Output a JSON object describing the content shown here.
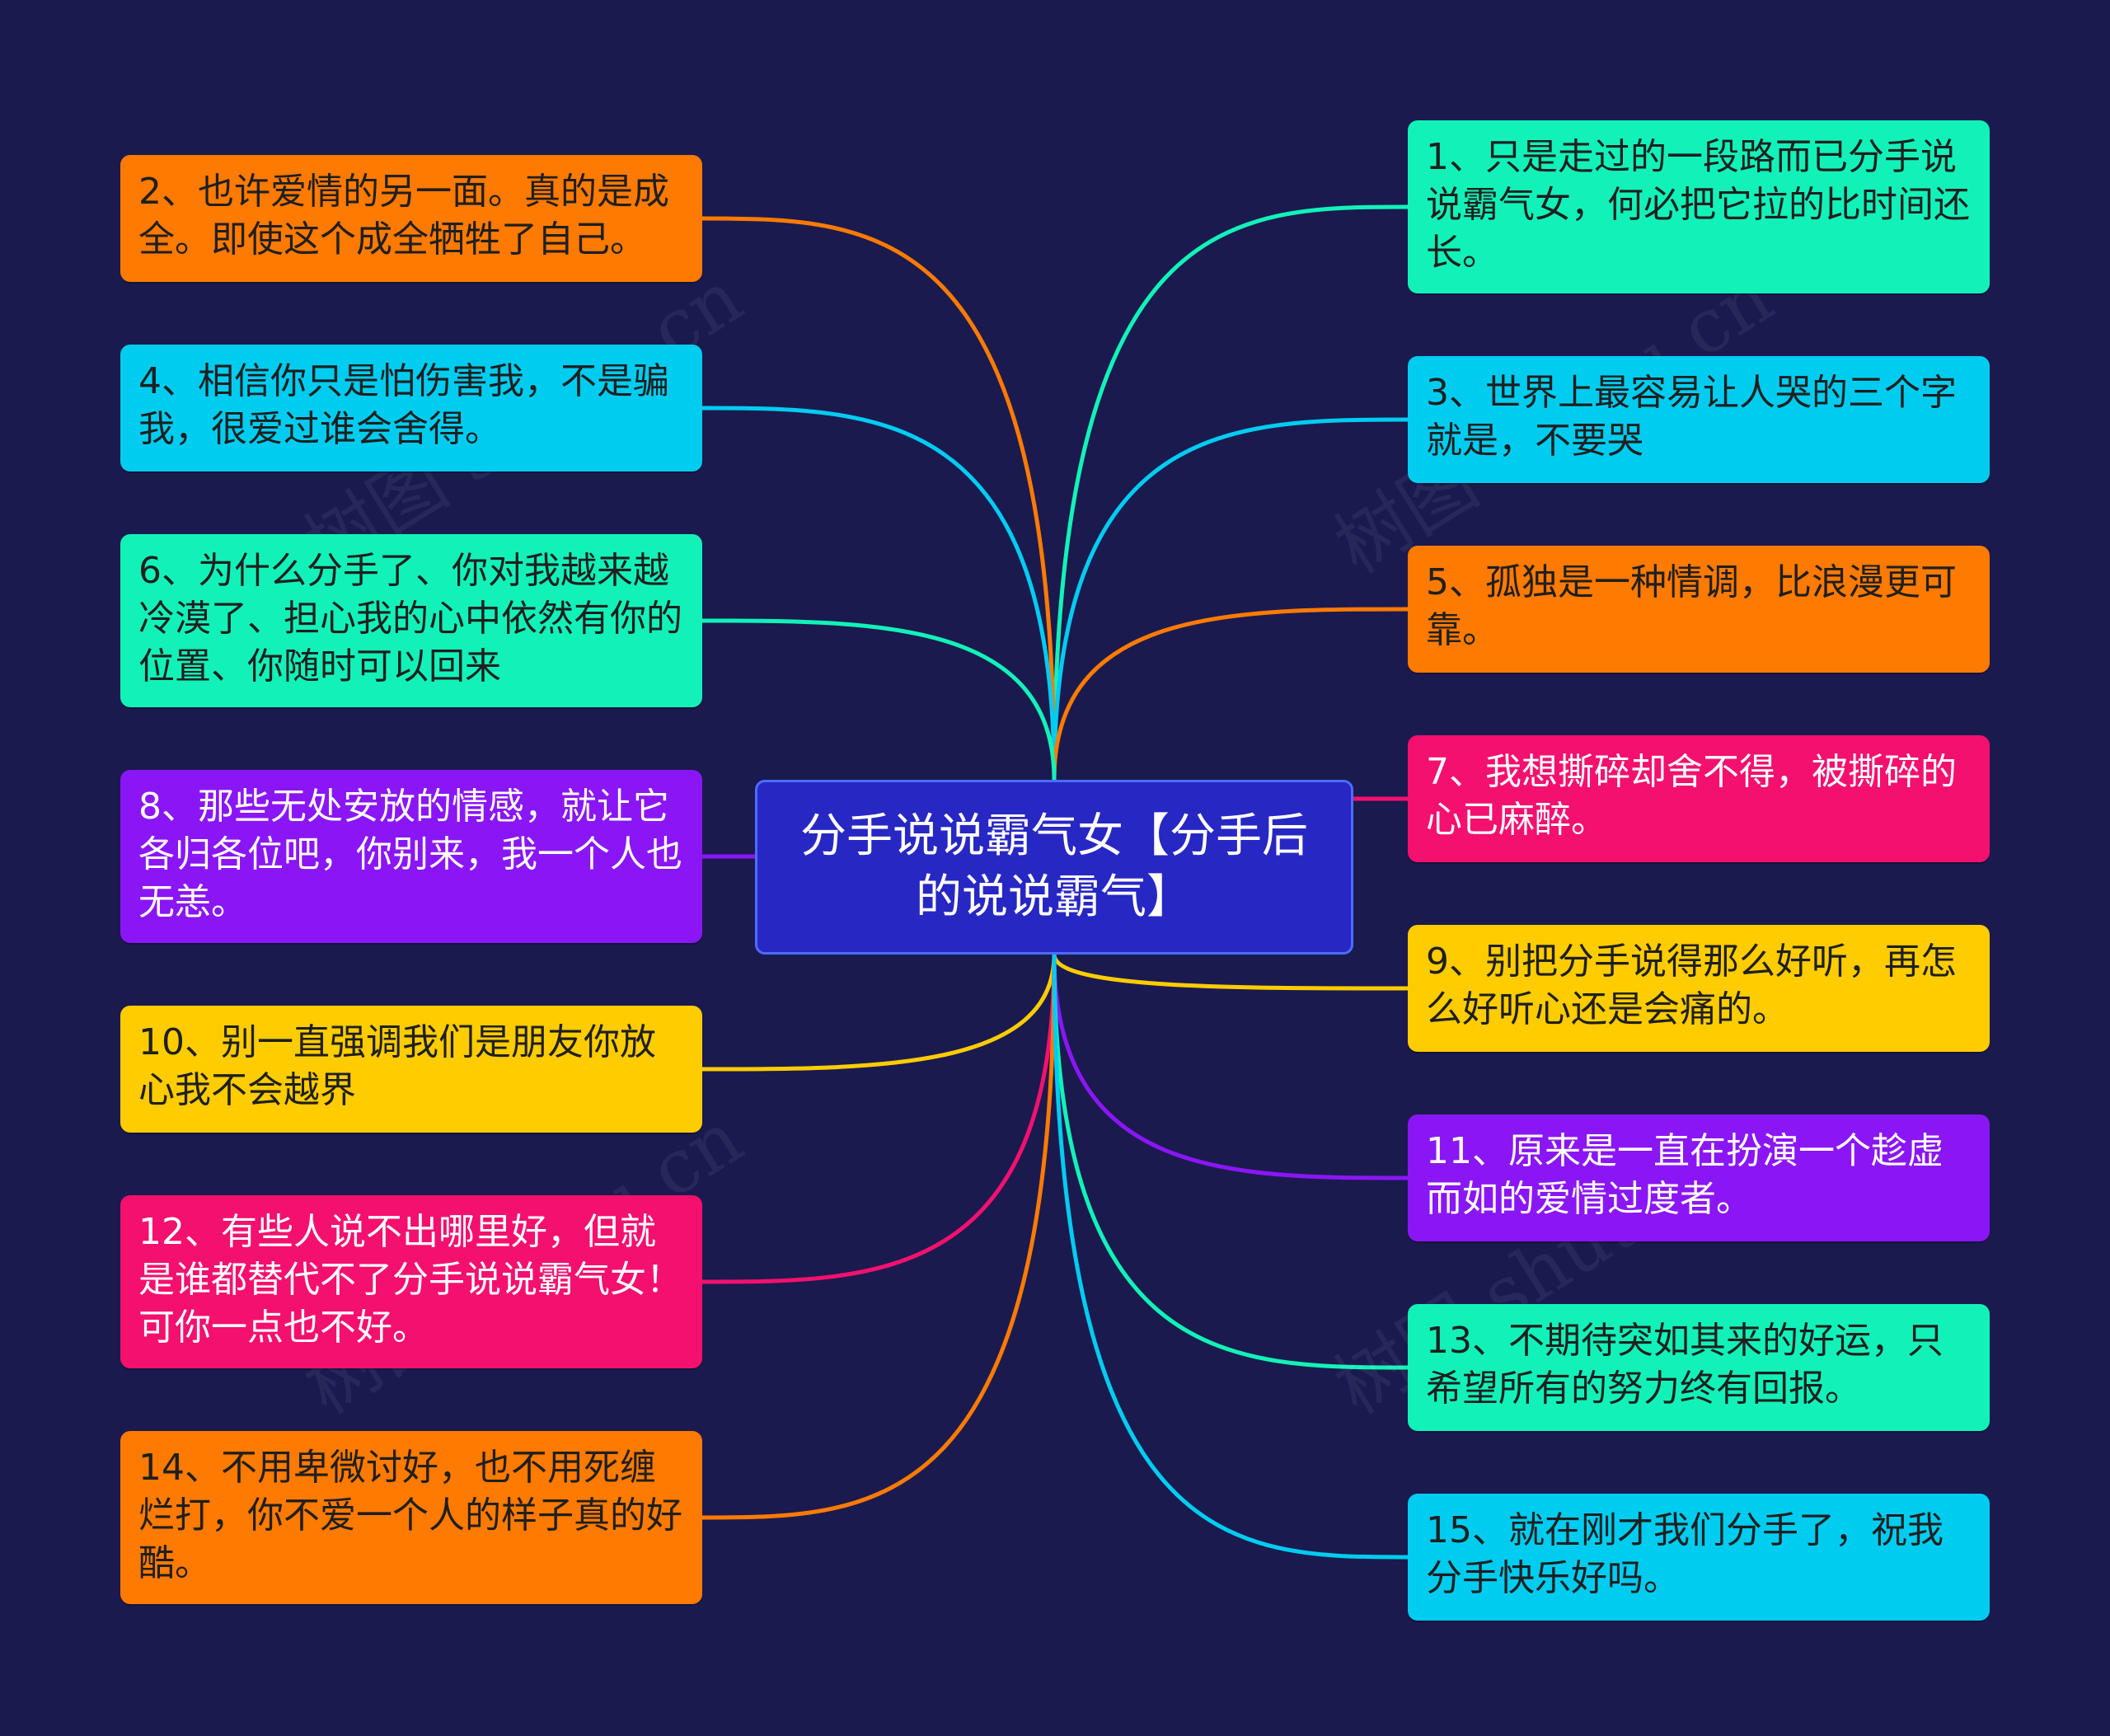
{
  "center": {
    "text": "分手说说霸气女【分手后的说说霸气】",
    "color": "#2727c4"
  },
  "watermark": "树图 shutu.cn",
  "nodes": [
    {
      "id": "n1",
      "side": "right",
      "text": "1、只是走过的一段路而已分手说说霸气女，何必把它拉的比时间还长。",
      "color": "#12f2b8"
    },
    {
      "id": "n2",
      "side": "left",
      "text": "2、也许爱情的另一面。真的是成全。即使这个成全牺牲了自己。",
      "color": "#ff7a00"
    },
    {
      "id": "n3",
      "side": "right",
      "text": "3、世界上最容易让人哭的三个字就是，不要哭",
      "color": "#00ccf0"
    },
    {
      "id": "n4",
      "side": "left",
      "text": "4、相信你只是怕伤害我，不是骗我，很爱过谁会舍得。",
      "color": "#00ccf0"
    },
    {
      "id": "n5",
      "side": "right",
      "text": "5、孤独是一种情调，比浪漫更可靠。",
      "color": "#ff7a00"
    },
    {
      "id": "n6",
      "side": "left",
      "text": "6、为什么分手了、你对我越来越冷漠了、担心我的心中依然有你的位置、你随时可以回来",
      "color": "#12f2b8"
    },
    {
      "id": "n7",
      "side": "right",
      "text": "7、我想撕碎却舍不得，被撕碎的心已麻醉。",
      "color": "#f4106e"
    },
    {
      "id": "n8",
      "side": "left",
      "text": "8、那些无处安放的情感，就让它各归各位吧，你别来，我一个人也无恙。",
      "color": "#8a16f5"
    },
    {
      "id": "n9",
      "side": "right",
      "text": "9、别把分手说得那么好听，再怎么好听心还是会痛的。",
      "color": "#ffcc00"
    },
    {
      "id": "n10",
      "side": "left",
      "text": "10、别一直强调我们是朋友你放心我不会越界",
      "color": "#ffcc00"
    },
    {
      "id": "n11",
      "side": "right",
      "text": "11、原来是一直在扮演一个趁虚而如的爱情过度者。",
      "color": "#8a16f5"
    },
    {
      "id": "n12",
      "side": "left",
      "text": "12、有些人说不出哪里好，但就是谁都替代不了分手说说霸气女！可你一点也不好。",
      "color": "#f4106e"
    },
    {
      "id": "n13",
      "side": "right",
      "text": "13、不期待突如其来的好运，只希望所有的努力终有回报。",
      "color": "#12f2b8"
    },
    {
      "id": "n14",
      "side": "left",
      "text": "14、不用卑微讨好，也不用死缠烂打，你不爱一个人的样子真的好酷。",
      "color": "#ff7a00"
    },
    {
      "id": "n15",
      "side": "right",
      "text": "15、就在刚才我们分手了，祝我分手快乐好吗。",
      "color": "#00ccf0"
    }
  ]
}
